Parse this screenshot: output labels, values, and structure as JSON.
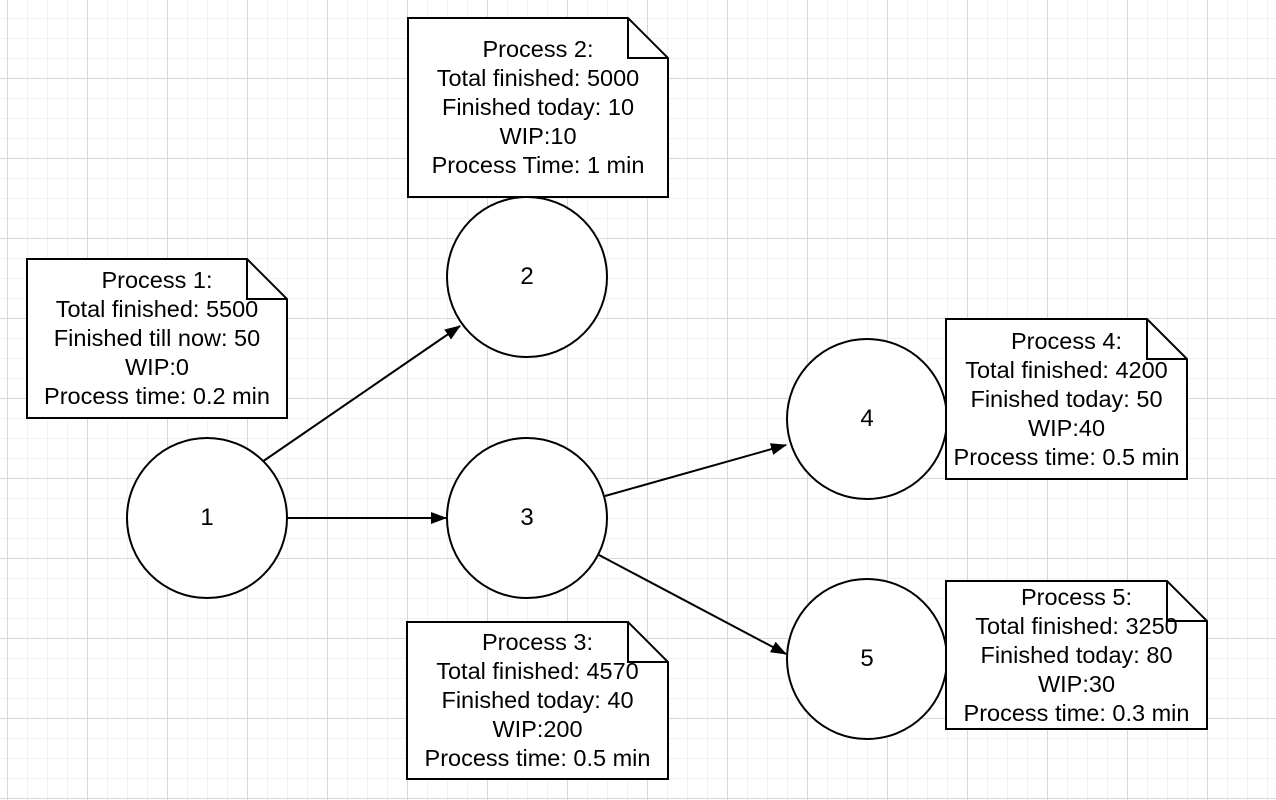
{
  "canvas": {
    "type": "diagram-grid-canvas",
    "background_color": "#ffffff",
    "grid_minor_color": "#f2f2f2",
    "grid_major_color": "#d8d8d8",
    "shape_stroke_color": "#000000",
    "shape_fill_color": "#ffffff",
    "text_color": "#000000"
  },
  "nodes": [
    {
      "label": "1"
    },
    {
      "label": "2"
    },
    {
      "label": "3"
    },
    {
      "label": "4"
    },
    {
      "label": "5"
    }
  ],
  "edges": [
    {
      "from": "1",
      "to": "2"
    },
    {
      "from": "1",
      "to": "3"
    },
    {
      "from": "3",
      "to": "4"
    },
    {
      "from": "3",
      "to": "5"
    }
  ],
  "notes": [
    {
      "for_node": "1",
      "lines": [
        "Process 1:",
        "Total finished: 5500",
        "Finished till now: 50",
        "WIP:0",
        "Process time: 0.2 min"
      ]
    },
    {
      "for_node": "2",
      "lines": [
        "Process 2:",
        "Total finished: 5000",
        "Finished today: 10",
        "WIP:10",
        "Process Time: 1 min"
      ]
    },
    {
      "for_node": "3",
      "lines": [
        "Process 3:",
        "Total finished: 4570",
        "Finished today: 40",
        "WIP:200",
        "Process time: 0.5 min"
      ]
    },
    {
      "for_node": "4",
      "lines": [
        "Process 4:",
        "Total finished: 4200",
        "Finished today: 50",
        "WIP:40",
        "Process time: 0.5 min"
      ]
    },
    {
      "for_node": "5",
      "lines": [
        "Process 5:",
        "Total finished: 3250",
        "Finished today: 80",
        "WIP:30",
        "Process time: 0.3 min"
      ]
    }
  ]
}
